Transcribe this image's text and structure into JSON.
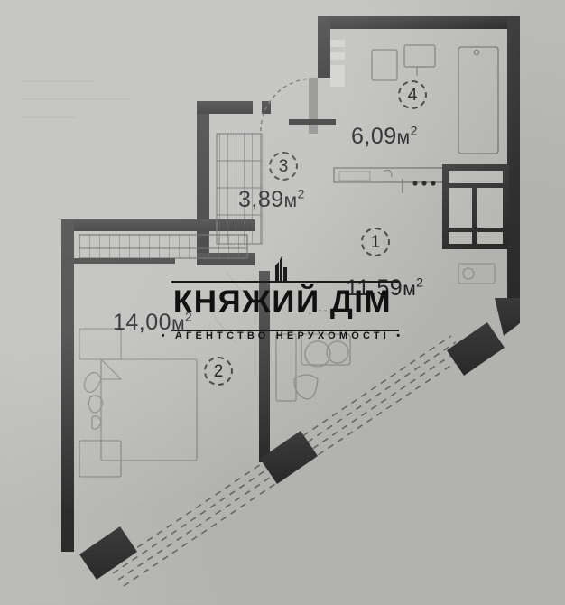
{
  "document": {
    "type": "apartment-floor-plan",
    "background_color": "#b9b9b7",
    "ink_color": "#2e2e2e"
  },
  "watermark": {
    "title": "КНЯЖИЙ ДІМ",
    "subtitle": "• АГЕНТСТВО НЕРУХОМОСТІ •",
    "logo_icon": "building-skyline-icon",
    "color": "#111111"
  },
  "rooms": [
    {
      "number": "1",
      "area_value": "11,59",
      "unit": "м",
      "unit_exponent": "2",
      "label": "11,59 м²",
      "role": "kitchen-living-room"
    },
    {
      "number": "2",
      "area_value": "14,00",
      "unit": "м",
      "unit_exponent": "2",
      "label": "14,00 м²",
      "role": "bedroom"
    },
    {
      "number": "3",
      "area_value": "3,89",
      "unit": "м",
      "unit_exponent": "2",
      "label": "3,89 м²",
      "role": "hallway"
    },
    {
      "number": "4",
      "area_value": "6,09",
      "unit": "м",
      "unit_exponent": "2",
      "label": "6,09 м²",
      "role": "bathroom"
    }
  ]
}
